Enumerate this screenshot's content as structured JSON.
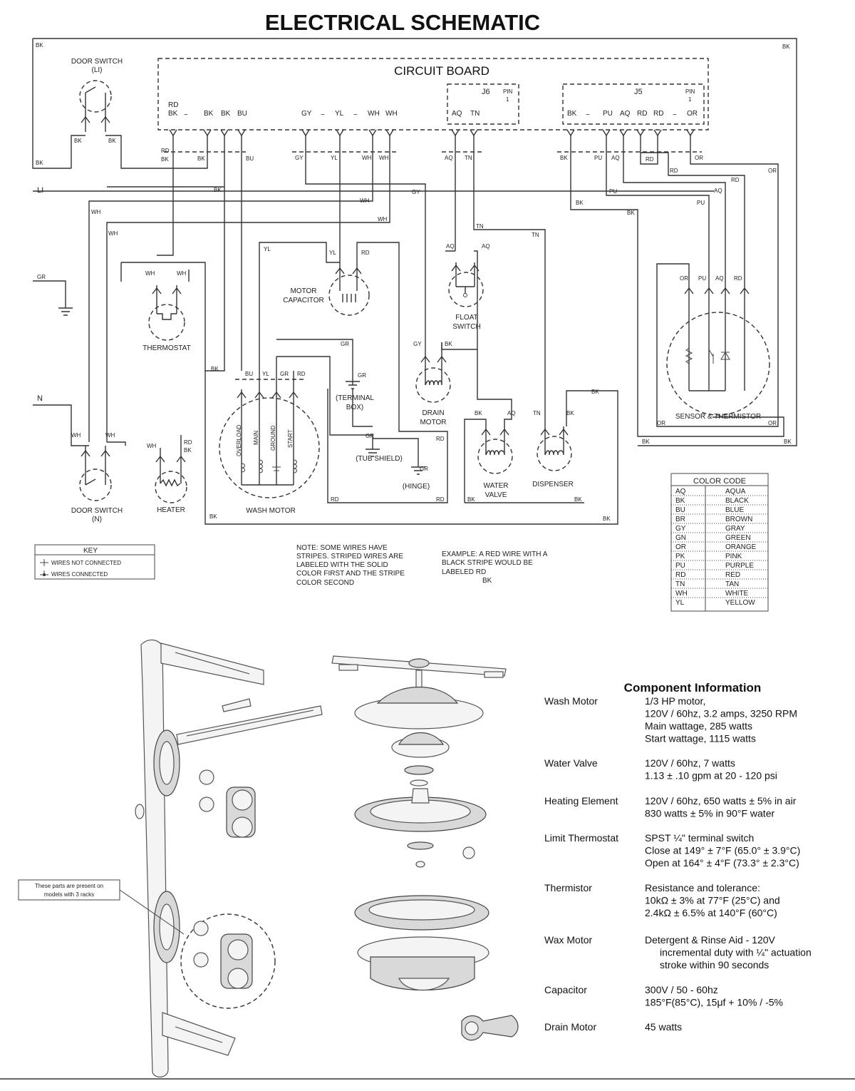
{
  "title": "ELECTRICAL SCHEMATIC",
  "circuit_board": {
    "label": "CIRCUIT BOARD",
    "j6": "J6",
    "j5": "J5",
    "pin_word": "PIN",
    "pin_number": "1"
  },
  "components": {
    "door_switch_top": [
      "DOOR SWITCH",
      "(LI)"
    ],
    "door_switch_bottom": [
      "DOOR SWITCH",
      "(N)"
    ],
    "thermostat": "THERMOSTAT",
    "heater": "HEATER",
    "motor_capacitor": [
      "MOTOR",
      "CAPACITOR"
    ],
    "float_switch": [
      "FLOAT",
      "SWITCH"
    ],
    "drain_motor": [
      "DRAIN",
      "MOTOR"
    ],
    "water_valve": [
      "WATER",
      "VALVE"
    ],
    "dispenser": "DISPENSER",
    "wash_motor": "WASH MOTOR",
    "wash_motor_windings": [
      "OVERLOAD",
      "MAIN",
      "GROUND",
      "START"
    ],
    "terminal_box": [
      "(TERMINAL",
      "BOX)"
    ],
    "tub_shield": "(TUB SHIELD)",
    "hinge": "(HINGE)",
    "sensor": "SENSOR & THERMISTOR"
  },
  "lines": {
    "li": "LI",
    "n": "N",
    "gr": "GR"
  },
  "wire_codes": {
    "board_left": [
      "RD",
      "BK",
      "BK",
      "BK",
      "BU"
    ],
    "board_mid": [
      "GY",
      "YL",
      "WH",
      "WH"
    ],
    "board_j6": [
      "AQ",
      "TN"
    ],
    "board_j5": [
      "BK",
      "PU",
      "AQ",
      "RD",
      "RD",
      "OR"
    ],
    "bk": "BK",
    "wh": "WH",
    "rd": "RD",
    "gr": "GR",
    "gy": "GY",
    "yl": "YL",
    "bu": "BU",
    "aq": "AQ",
    "tn": "TN",
    "pu": "PU",
    "or": "OR"
  },
  "key": {
    "title": "KEY",
    "items": [
      "WIRES NOT CONNECTED",
      "WIRES CONNECTED"
    ]
  },
  "note": [
    "NOTE:  SOME WIRES HAVE",
    "STRIPES.  STRIPED WIRES ARE",
    "LABELED WITH THE SOLID",
    "COLOR FIRST AND THE STRIPE",
    "COLOR SECOND"
  ],
  "example": [
    "EXAMPLE:  A RED WIRE WITH A",
    "BLACK STRIPE WOULD BE",
    "LABELED  RD",
    "BK"
  ],
  "color_code": {
    "title": "COLOR CODE",
    "rows": [
      [
        "AQ",
        "AQUA"
      ],
      [
        "BK",
        "BLACK"
      ],
      [
        "BU",
        "BLUE"
      ],
      [
        "BR",
        "BROWN"
      ],
      [
        "GY",
        "GRAY"
      ],
      [
        "GN",
        "GREEN"
      ],
      [
        "OR",
        "ORANGE"
      ],
      [
        "PK",
        "PINK"
      ],
      [
        "PU",
        "PURPLE"
      ],
      [
        "RD",
        "RED"
      ],
      [
        "TN",
        "TAN"
      ],
      [
        "WH",
        "WHITE"
      ],
      [
        "YL",
        "YELLOW"
      ]
    ]
  },
  "callout": [
    "These parts are present on",
    "models with 3 racks"
  ],
  "component_info": {
    "title": "Component Information",
    "rows": [
      {
        "name": "Wash Motor",
        "lines": [
          "1/3 HP motor,",
          "120V / 60hz, 3.2 amps, 3250 RPM",
          "Main wattage, 285 watts",
          "Start wattage, 1115 watts"
        ]
      },
      {
        "name": "Water Valve",
        "lines": [
          "120V / 60hz, 7 watts",
          "1.13 ± .10 gpm at 20 - 120 psi"
        ]
      },
      {
        "name": "Heating Element",
        "lines": [
          "120V / 60hz, 650 watts ± 5% in air",
          "830 watts ± 5% in 90°F water"
        ]
      },
      {
        "name": "Limit Thermostat",
        "lines": [
          "SPST ¼\" terminal switch",
          "Close at 149° ± 7°F (65.0° ± 3.9°C)",
          "Open at 164° ± 4°F (73.3° ± 2.3°C)"
        ]
      },
      {
        "name": "Thermistor",
        "lines": [
          "Resistance and tolerance:",
          "10kΩ ± 3% at 77°F (25°C) and",
          "2.4kΩ ± 6.5% at 140°F (60°C)"
        ]
      },
      {
        "name": "Wax Motor",
        "lines": [
          "Detergent & Rinse Aid - 120V",
          "incremental duty with ¼\" actuation",
          "stroke within 90 seconds"
        ]
      },
      {
        "name": "Capacitor",
        "lines": [
          "300V / 50 - 60hz",
          "185°F(85°C), 15μf + 10% / -5%"
        ]
      },
      {
        "name": "Drain Motor",
        "lines": [
          "45 watts"
        ]
      }
    ]
  }
}
